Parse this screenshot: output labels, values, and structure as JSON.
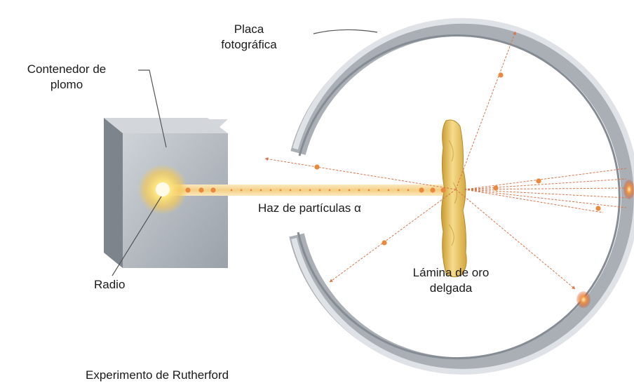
{
  "labels": {
    "placa_line1": "Placa",
    "placa_line2": "fotográfica",
    "contenedor_line1": "Contenedor de",
    "contenedor_line2": "plomo",
    "haz": "Haz de partículas α",
    "radio": "Radio",
    "lamina_line1": "Lámina de oro",
    "lamina_line2": "delgada",
    "caption": "Experimento de Rutherford"
  },
  "colors": {
    "screen_light": "#eef0f2",
    "screen_mid": "#b9bec4",
    "screen_dark": "#8d939a",
    "box_front": "#b6bcc3",
    "box_side": "#7e848b",
    "box_top": "#d3d7dc",
    "gold_light": "#f3d57e",
    "gold_dark": "#c99a2e",
    "beam": "#f6dca0",
    "particle": "#e8893d",
    "trajectory": "#d9744a",
    "impact": "#e2551f",
    "pointer": "#444444"
  }
}
